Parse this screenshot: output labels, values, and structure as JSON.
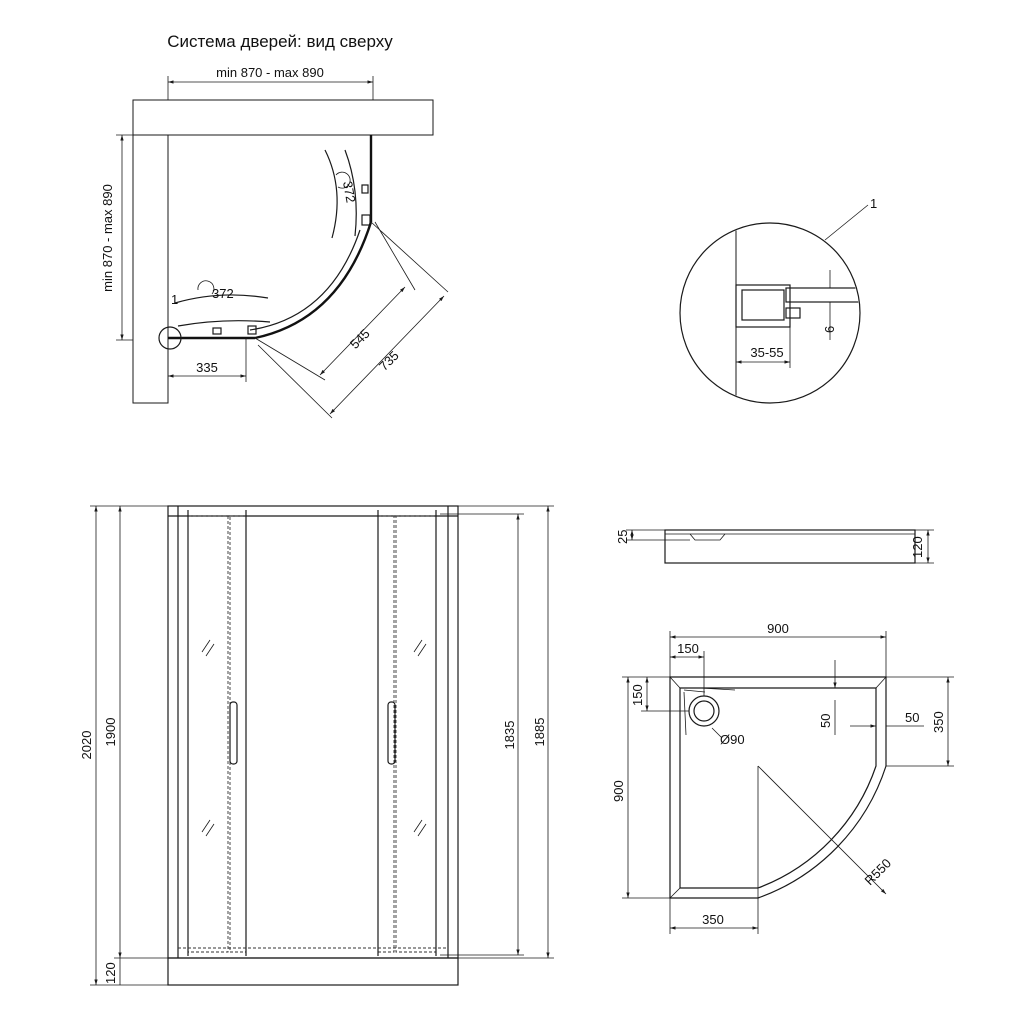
{
  "title": "Система дверей: вид сверху",
  "plan": {
    "width_range": "min 870 - max 890",
    "depth_range": "min 870 - max 890",
    "door_swing_top": "372",
    "door_swing_left": "372",
    "door_offset": "335",
    "diag_inner": "545",
    "diag_outer": "735",
    "callout_marker": "1"
  },
  "detail": {
    "callout": "1",
    "gap": "35-55",
    "thickness": "6"
  },
  "elevation": {
    "total_height": "2020",
    "glass_height": "1900",
    "tray_height": "120",
    "door_height": "1835",
    "inner_height": "1885"
  },
  "tray_side": {
    "rim": "25",
    "height": "120"
  },
  "tray_plan": {
    "width": "900",
    "depth": "900",
    "drain_offset_x": "150",
    "drain_offset_y": "150",
    "drain_diameter": "Ø90",
    "rim_top": "50",
    "rim_right": "50",
    "straight_right": "350",
    "straight_bottom": "350",
    "radius": "R550"
  }
}
